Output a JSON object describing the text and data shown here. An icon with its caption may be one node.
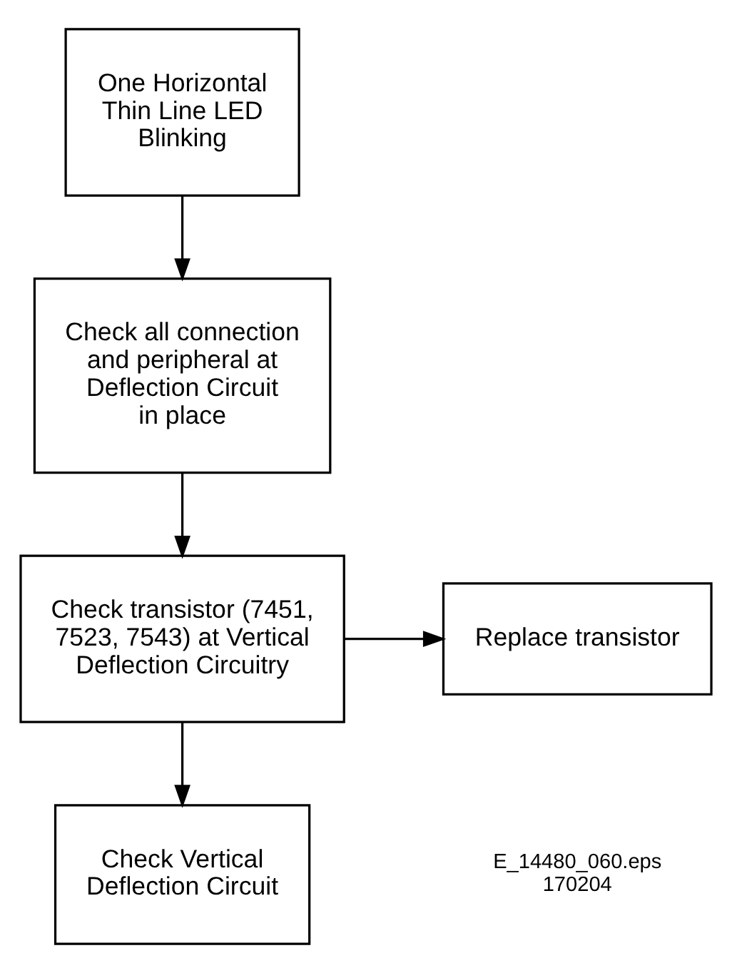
{
  "diagram": {
    "nodes": [
      {
        "text": [
          "One Horizontal Thin Line LED Blinking"
        ]
      },
      {
        "text": [
          "Check all connection and peripheral at Deflection Circuit in place"
        ]
      },
      {
        "text": [
          "Check transistor (7451, 7523, 7543) at Vertical Deflection Circuitry"
        ]
      },
      {
        "text": [
          "Replace transistor"
        ]
      },
      {
        "text": [
          "Check Vertical Deflection Circuit"
        ]
      }
    ],
    "edges": [
      {
        "from": 0,
        "to": 1,
        "arrow": "to"
      },
      {
        "from": 1,
        "to": 2,
        "arrow": "to"
      },
      {
        "from": 2,
        "to": 3,
        "arrow": "to"
      },
      {
        "from": 2,
        "to": 4,
        "arrow": "to"
      }
    ],
    "labels": [
      "E_14480_060.eps",
      "170204"
    ]
  }
}
